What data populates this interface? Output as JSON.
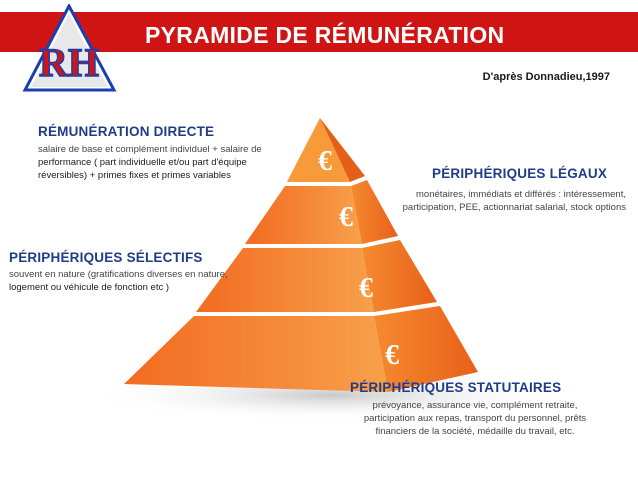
{
  "header": {
    "title": "PYRAMIDE DE RÉMUNÉRATION",
    "logo_text": "RH",
    "bar_color": "#d01414"
  },
  "source": "D'après Donnadieu,1997",
  "pyramid": {
    "symbol": "€",
    "tiers": [
      {
        "symbol": "€",
        "color": "#f46a1e"
      },
      {
        "symbol": "€",
        "color": "#f57a24"
      },
      {
        "symbol": "€",
        "color": "#f7892c"
      },
      {
        "symbol": "€",
        "color": "#f99834"
      }
    ]
  },
  "sections": {
    "directe": {
      "heading": "RÉMUNÉRATION DIRECTE",
      "text_part1": "salaire de base et complément individuel + salaire de ",
      "text_part2": "performance ( part individuelle et/ou part d'équipe réversibles) + primes fixes et primes variables"
    },
    "legaux": {
      "heading": "PÉRIPHÉRIQUES LÉGAUX",
      "text": "monétaires, immédiats et différés : intéressement, participation, PEE, actionnariat salarial, stock options"
    },
    "selectifs": {
      "heading": "PÉRIPHÉRIQUES SÉLECTIFS",
      "text_part1": "souvent en nature (gratifications diverses en nature, ",
      "text_part2": "logement ou véhicule de fonction etc )"
    },
    "statutaires": {
      "heading": "PÉRIPHÉRIQUES STATUTAIRES",
      "text": "prévoyance, assurance vie, complément retraite, participation aux repas, transport du personnel, prêts financiers de la société, médaille du travail, etc."
    }
  }
}
